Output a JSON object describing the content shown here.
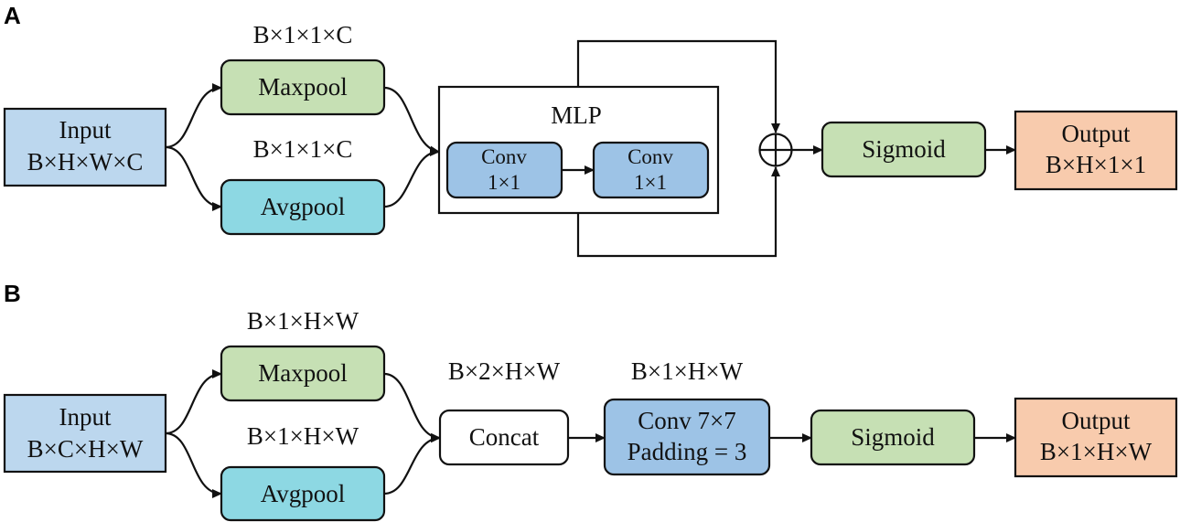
{
  "panels": {
    "a": {
      "label": "A",
      "input": {
        "line1": "Input",
        "line2": "B×H×W×C"
      },
      "maxpool": {
        "label": "Maxpool",
        "dim": "B×1×1×C"
      },
      "avgpool": {
        "label": "Avgpool",
        "dim": "B×1×1×C"
      },
      "mlp": {
        "title": "MLP",
        "conv1": {
          "line1": "Conv",
          "line2": "1×1"
        },
        "conv2": {
          "line1": "Conv",
          "line2": "1×1"
        }
      },
      "sigmoid": {
        "label": "Sigmoid"
      },
      "output": {
        "line1": "Output",
        "line2": "B×H×1×1"
      }
    },
    "b": {
      "label": "B",
      "input": {
        "line1": "Input",
        "line2": "B×C×H×W"
      },
      "maxpool": {
        "label": "Maxpool",
        "dim": "B×1×H×W"
      },
      "avgpool": {
        "label": "Avgpool",
        "dim": "B×1×H×W"
      },
      "concat": {
        "label": "Concat",
        "dim": "B×2×H×W"
      },
      "conv": {
        "line1": "Conv 7×7",
        "line2": "Padding = 3",
        "dim": "B×1×H×W"
      },
      "sigmoid": {
        "label": "Sigmoid"
      },
      "output": {
        "line1": "Output",
        "line2": "B×1×H×W"
      }
    }
  },
  "colors": {
    "input": "#bcd7ee",
    "maxpool": "#c6e0b4",
    "avgpool": "#8dd8e3",
    "conv": "#9dc3e6",
    "sigmoid": "#c6e0b4",
    "output": "#f8cbad",
    "concat": "#ffffff"
  }
}
